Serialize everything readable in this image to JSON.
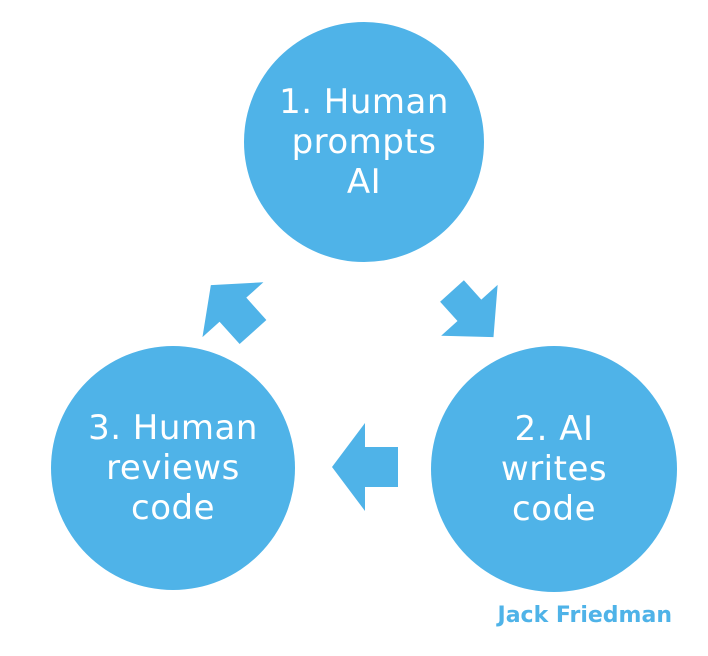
{
  "colors": {
    "accent": "#4fb3e8",
    "background": "#ffffff"
  },
  "cycle": {
    "nodes": [
      {
        "lines": [
          "1. Human",
          "prompts",
          "AI"
        ]
      },
      {
        "lines": [
          "2. AI",
          "writes",
          "code"
        ]
      },
      {
        "lines": [
          "3. Human",
          "reviews",
          "code"
        ]
      }
    ]
  },
  "credit": "Jack Friedman"
}
